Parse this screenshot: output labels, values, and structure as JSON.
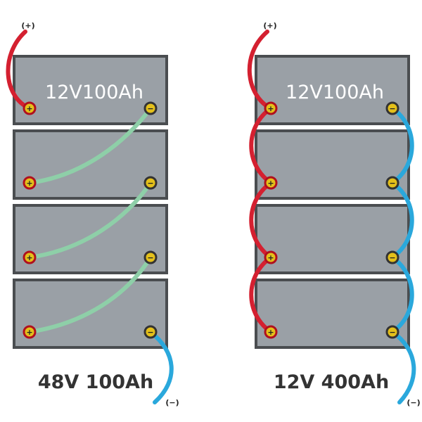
{
  "colors": {
    "battery_fill": "#9aa0a6",
    "battery_stroke": "#4a4d50",
    "positive_wire": "#d42030",
    "negative_wire": "#2aa8dc",
    "series_link": "#8ecfa8",
    "terminal_gold": "#e4c01a"
  },
  "diagrams": [
    {
      "battery_label": "12V100Ah",
      "positive_label": "(+)",
      "negative_label": "(−)",
      "caption": "48V 100Ah"
    },
    {
      "battery_label": "12V100Ah",
      "positive_label": "(+)",
      "negative_label": "(−)",
      "caption": "12V 400Ah"
    }
  ],
  "terminal_glyphs": {
    "positive": "+",
    "negative": "−"
  }
}
